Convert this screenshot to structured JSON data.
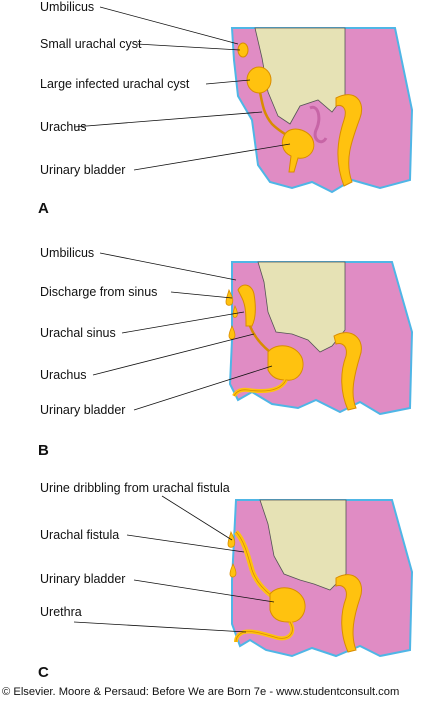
{
  "panels": [
    {
      "letter": "A",
      "labels": [
        "Umbilicus",
        "Small urachal cyst",
        "Large infected urachal cyst",
        "Urachus",
        "Urinary bladder"
      ]
    },
    {
      "letter": "B",
      "labels": [
        "Umbilicus",
        "Discharge from sinus",
        "Urachal sinus",
        "Urachus",
        "Urinary bladder"
      ]
    },
    {
      "letter": "C",
      "labels": [
        "Urine dribbling from urachal fistula",
        "Urachal fistula",
        "Urinary bladder",
        "Urethra"
      ]
    }
  ],
  "copyright": "© Elsevier. Moore & Persaud: Before We are Born 7e - www.studentconsult.com",
  "colors": {
    "body_wall": "#e08cc4",
    "viscera": "#e6e2b5",
    "organ": "#ffc20f",
    "organ_outline": "#d98c00",
    "skin_edge": "#4fb6e6"
  }
}
